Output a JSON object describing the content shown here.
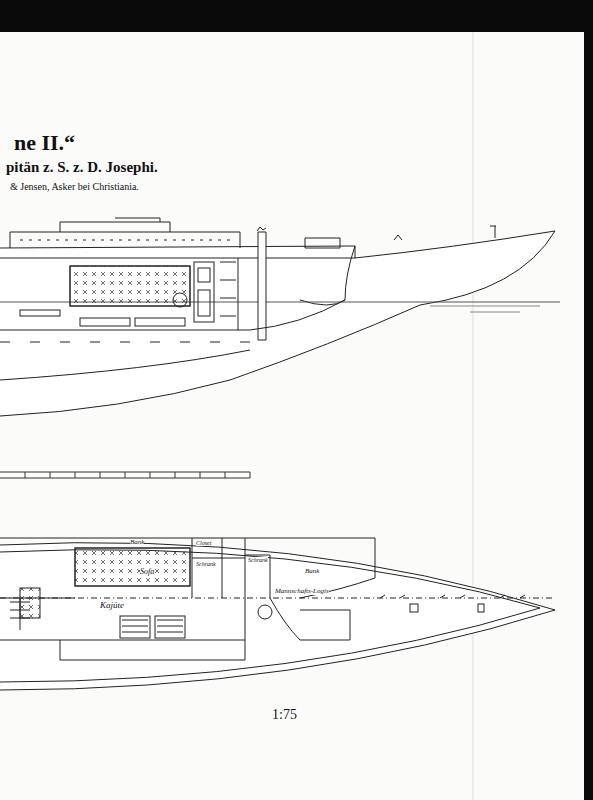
{
  "diagram": {
    "title": "ne II.“",
    "labels": [
      "pitän z. S. z. D. Josephi.",
      "& Jensen, Asker bei Christiania.",
      "Bank",
      "Sofa",
      "Kajüte",
      "Closet",
      "Schrank",
      "Schrank",
      "Bank",
      "Mannschafts-Logis",
      "1:75"
    ]
  }
}
